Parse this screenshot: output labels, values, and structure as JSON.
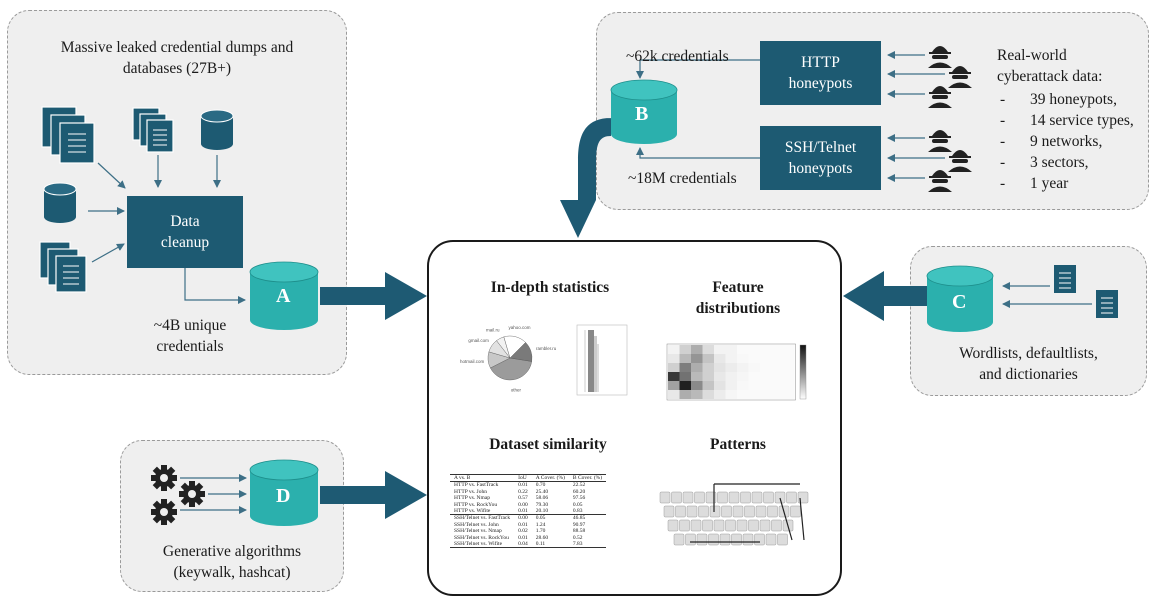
{
  "panel_a": {
    "title_line1": "Massive leaked credential dumps and",
    "title_line2": "databases (27B+)",
    "cleanup_line1": "Data",
    "cleanup_line2": "cleanup",
    "result_line1": "~4B unique",
    "result_line2": "credentials",
    "cylinder_label": "A"
  },
  "panel_b": {
    "http_count": "~62k credentials",
    "ssh_count": "~18M credentials",
    "http_box_line1": "HTTP",
    "http_box_line2": "honeypots",
    "ssh_box_line1": "SSH/Telnet",
    "ssh_box_line2": "honeypots",
    "cylinder_label": "B",
    "realworld_line1": "Real-world",
    "realworld_line2": "cyberattack data:",
    "items": [
      "39 honeypots,",
      "14 service types,",
      "9 networks,",
      "3 sectors,",
      "1 year"
    ]
  },
  "panel_c": {
    "cylinder_label": "C",
    "caption_line1": "Wordlists, defaultlists,",
    "caption_line2": "and dictionaries"
  },
  "panel_d": {
    "cylinder_label": "D",
    "caption_line1": "Generative algorithms",
    "caption_line2": "(keywalk, hashcat)"
  },
  "center": {
    "stats_title": "In-depth statistics",
    "feature_title_line1": "Feature",
    "feature_title_line2": "distributions",
    "similarity_title": "Dataset similarity",
    "patterns_title": "Patterns"
  },
  "similarity_table": {
    "headers": [
      "A vs. B",
      "IoU",
      "A Cover. (%)",
      "B Cover. (%)"
    ],
    "rows": [
      [
        "HTTP vs. FastTrack",
        "0.01",
        "0.70",
        "22.52"
      ],
      [
        "HTTP vs. John",
        "0.22",
        "25.40",
        "60.20"
      ],
      [
        "HTTP vs. Nmap",
        "0.57",
        "58.06",
        "97.56"
      ],
      [
        "HTTP vs. RockYou",
        "0.00",
        "79.30",
        "0.05"
      ],
      [
        "HTTP vs. Wifite",
        "0.01",
        "20.10",
        "0.83"
      ],
      [
        "SSH/Telnet vs. FastTrack",
        "0.00",
        "0.05",
        "46.85"
      ],
      [
        "SSH/Telnet vs. John",
        "0.01",
        "1.24",
        "90.97"
      ],
      [
        "SSH/Telnet vs. Nmap",
        "0.02",
        "1.70",
        "88.58"
      ],
      [
        "SSH/Telnet vs. RockYou",
        "0.01",
        "28.60",
        "0.52"
      ],
      [
        "SSH/Telnet vs. Wifite",
        "0.04",
        "0.11",
        "7.83"
      ]
    ]
  },
  "thumb_pie": {
    "slices": [
      {
        "label": "other",
        "value": 40,
        "color": "#9b9b9b"
      },
      {
        "label": "hotmail.com",
        "value": 12,
        "color": "#c8c8c8"
      },
      {
        "label": "gmail.com",
        "value": 10,
        "color": "#e2e2e2"
      },
      {
        "label": "mail.ru",
        "value": 6,
        "color": "#f2f2f2"
      },
      {
        "label": "yahoo.com",
        "value": 17,
        "color": "#ffffff"
      },
      {
        "label": "rambler.ru",
        "value": 15,
        "color": "#7a7a7a"
      }
    ]
  },
  "thumb_heatmap": {
    "cells": [
      [
        0.05,
        0.2,
        0.35,
        0.15,
        0.05,
        0.05,
        0.02,
        0.02,
        0.02,
        0.02,
        0.02
      ],
      [
        0.1,
        0.3,
        0.45,
        0.25,
        0.1,
        0.05,
        0.03,
        0.02,
        0.02,
        0.02,
        0.02
      ],
      [
        0.2,
        0.55,
        0.35,
        0.2,
        0.12,
        0.08,
        0.05,
        0.03,
        0.02,
        0.02,
        0.02
      ],
      [
        0.85,
        0.6,
        0.3,
        0.2,
        0.1,
        0.06,
        0.04,
        0.02,
        0.02,
        0.02,
        0.02
      ],
      [
        0.4,
        0.95,
        0.5,
        0.25,
        0.12,
        0.06,
        0.03,
        0.02,
        0.02,
        0.02,
        0.02
      ],
      [
        0.1,
        0.35,
        0.3,
        0.15,
        0.08,
        0.04,
        0.02,
        0.02,
        0.02,
        0.02,
        0.02
      ]
    ]
  },
  "colors": {
    "teal_cylinder": "#2bb0ad",
    "navy": "#1d5a72",
    "arrow_blue": "#1e5a73",
    "panel_bg": "#efefef"
  },
  "icons": {
    "document": "document-stack-icon",
    "database": "database-icon",
    "hacker": "hacker-icon",
    "gear": "gear-icon"
  }
}
